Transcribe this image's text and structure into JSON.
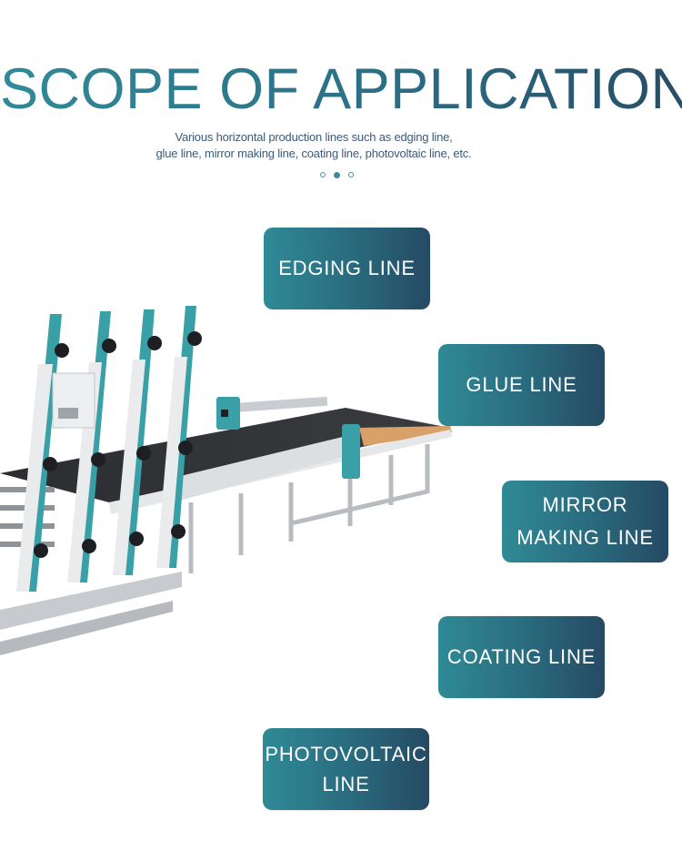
{
  "header": {
    "title": "SCOPE OF APPLICATION",
    "subtitle_line1": "Various horizontal production lines such as edging line,",
    "subtitle_line2": "glue line, mirror making line, coating line, photovoltaic line, etc."
  },
  "carousel": {
    "dots": 3,
    "active_index": 1
  },
  "labels": {
    "edging": "EDGING LINE",
    "glue": "GLUE LINE",
    "mirror_1": "MIRROR",
    "mirror_2": "MAKING LINE",
    "coating": "COATING LINE",
    "pv_1": "PHOTOVOLTAIC",
    "pv_2": "LINE"
  },
  "colors": {
    "accent_teal": "#2f8a96",
    "accent_navy": "#254a63",
    "machine_teal": "#3aa0a8"
  }
}
